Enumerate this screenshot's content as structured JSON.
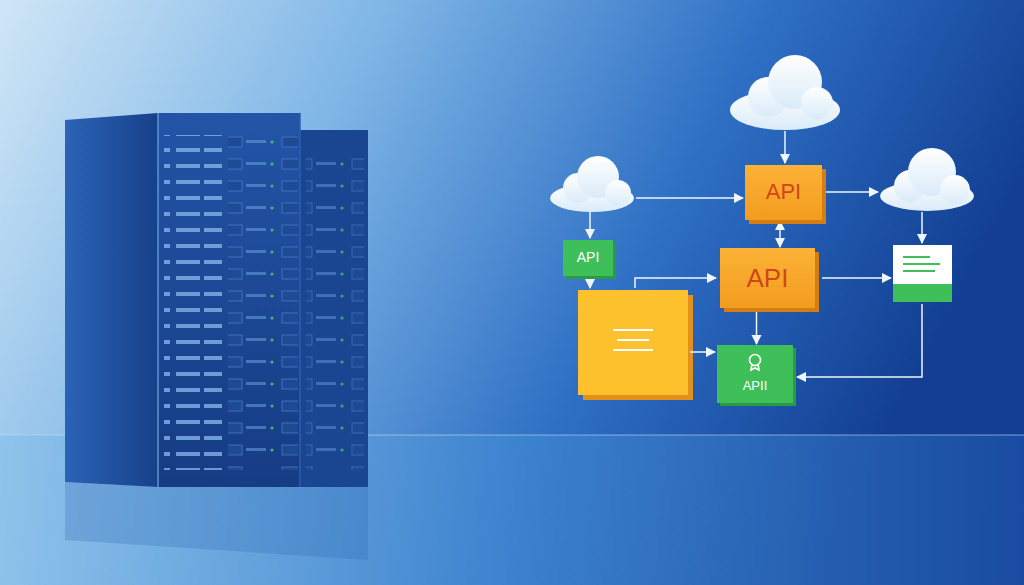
{
  "diagram": {
    "nodes": [
      {
        "text": [
          "API"
        ]
      },
      {
        "text": [
          "API"
        ]
      },
      {
        "text": [
          "API"
        ]
      },
      {
        "text": [
          "APII"
        ]
      }
    ],
    "edges": [
      {
        "from": 0,
        "to": 2,
        "arrow": "both"
      },
      {
        "from": 2,
        "to": 3,
        "arrow": "to"
      }
    ]
  }
}
